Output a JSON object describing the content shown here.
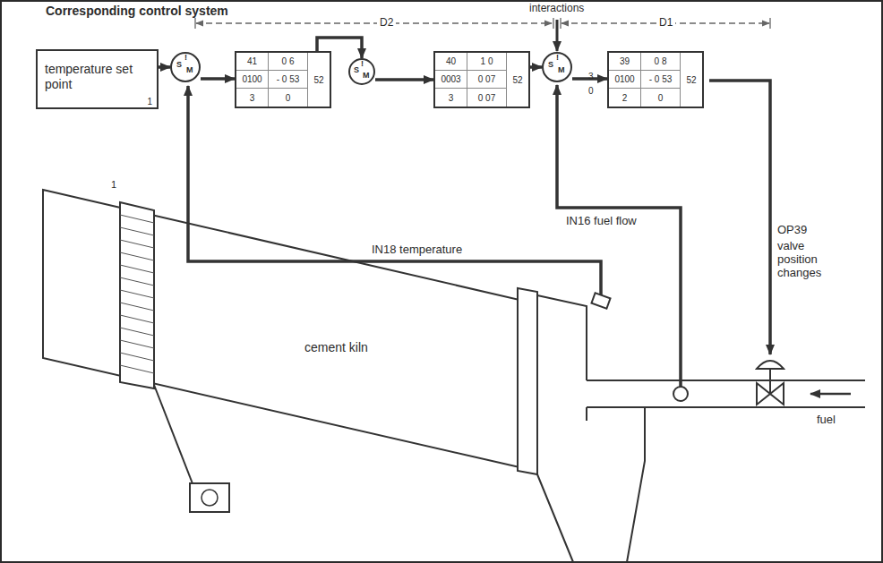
{
  "diagram": {
    "title": "Corresponding control system",
    "nodes": [
      {
        "text": [
          "temperature set point",
          "1"
        ]
      },
      {
        "text": [
          "S",
          "!",
          "M"
        ]
      },
      {
        "text": [
          "41",
          "0 6",
          "0100",
          "- 0 53",
          "52",
          "3",
          "0"
        ]
      },
      {
        "text": [
          "S",
          "!",
          "M"
        ]
      },
      {
        "text": [
          "40",
          "1 0",
          "0003",
          "0 07",
          "52",
          "3",
          "0 07"
        ]
      },
      {
        "text": [
          "S",
          "!",
          "M"
        ]
      },
      {
        "text": [
          "39",
          "0 8",
          "0100",
          "- 0 53",
          "52",
          "2",
          "0"
        ]
      }
    ],
    "edges": [
      {
        "from": 0,
        "to": 1,
        "arrow": "to"
      },
      {
        "from": 1,
        "to": 2,
        "arrow": "to"
      },
      {
        "from": 2,
        "to": 3,
        "arrow": "to"
      },
      {
        "from": 3,
        "to": 4,
        "arrow": "to"
      },
      {
        "from": 4,
        "to": 5,
        "arrow": "to"
      },
      {
        "from": 5,
        "to": 6,
        "arrow": "to"
      }
    ],
    "labels": [
      "D2",
      "D1",
      "interactions",
      "3",
      "0",
      "IN18 temperature",
      "IN16 fuel flow",
      "OP39",
      "valve position changes",
      "cement kiln",
      "fuel",
      "1"
    ]
  }
}
